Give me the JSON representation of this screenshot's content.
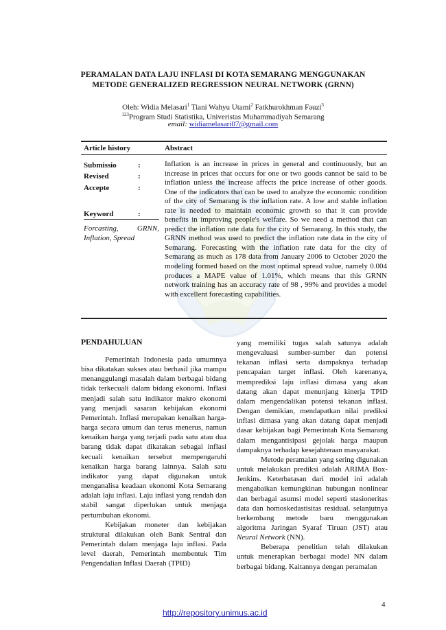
{
  "title_line1": "PERAMALAN DATA LAJU INFLASI DI KOTA SEMARANG MENGGUNAKAN",
  "title_line2": "METODE GENERALIZED REGRESSION NEURAL NETWORK (GRNN)",
  "authors_prefix": "Oleh: ",
  "authors": [
    {
      "name": "Widia Melasari",
      "sup": "1"
    },
    {
      "name": "Tiani Wahyu Utami",
      "sup": "2"
    },
    {
      "name": "Fatkhurokhman Fauzi",
      "sup": "3"
    }
  ],
  "affiliation_sup": "123",
  "affiliation": "Program Studi Statistika, Univeristas Muhammadiyah Semarang",
  "email_label": "email: ",
  "email": "widiamelasari07@gmail.com",
  "article_history_label": "Article history",
  "abstract_label": "Abstract",
  "history_items": [
    {
      "label": "Submissio",
      "colon": ":"
    },
    {
      "label": "Revised",
      "colon": ":"
    },
    {
      "label": "Accepte",
      "colon": ":"
    }
  ],
  "keyword_label": "Keyword",
  "keyword_colon": ":",
  "keywords": "Forcasting, GRNN, Inflation, Spread",
  "abstract_text": "Inflation is an increase in prices in general and continuously, but an increase in prices that occurs for one or two goods cannot be said to be inflation unless the increase affects the price increase of other goods. One of the indicators that can be used to analyze the economic condition of the city of Semarang is the inflation rate. A low and stable inflation rate is needed to maintain economic growth so that it can provide benefits in improving people's welfare. So we need a method that can predict the inflation rate data for the city of Semarang. In this study, the GRNN method was used to predict the inflation rate data in the city of Semarang. Forecasting with the inflation rate data for the city of Semarang as much as 178 data from January 2006 to October 2020 the modeling formed based on the most optimal spread value, namely 0.004 produces a MAPE value of 1.01%, which means that this GRNN network training has an accuracy rate of 98 , 99% and provides a model with excellent forecasting capabilities.",
  "section_heading": "PENDAHULUAN",
  "left_paragraphs": [
    "Pemerintah Indonesia pada umumnya bisa dikatakan sukses atau berhasil jika mampu menanggulangi masalah dalam berbagai bidang tidak terkecuali dalam bidang ekonomi. Inflasi menjadi salah satu indikator makro ekonomi yang menjadi sasaran kebijakan ekonomi Pemerintah. Inflasi merupakan kenaikan harga-harga secara umum dan terus menerus, namun kenaikan harga yang terjadi pada satu atau dua barang tidak dapat dikatakan sebagai inflasi kecuali kenaikan tersebut mempengaruhi kenaikan harga barang lainnya. Salah satu indikator yang dapat digunakan untuk menganalisa keadaan ekonomi Kota Semarang adalah laju inflasi. Laju inflasi yang rendah dan stabil sangat diperlukan untuk menjaga pertumbuhan ekonomi.",
    "Kebijakan moneter dan kebijakan struktural dilakukan oleh Bank Sentral dan Pemerintah dalam menjaga laju inflasi. Pada level daerah, Pemerintah membentuk Tim Pengendalian Inflasi Daerah (TPID)"
  ],
  "right_para1": "yang memiliki tugas salah satunya adalah mengevaluasi sumber-sumber dan potensi tekanan inflasi serta dampaknya terhadap pencapaian target inflasi. Oleh karenanya, memprediksi laju inflasi dimasa yang akan datang akan dapat menunjang kinerja TPID dalam mengendalikan potensi tekanan inflasi. Dengan demikian, mendapatkan nilai prediksi inflasi dimasa yang akan datang dapat menjadi dasar kebijakan bagi Pemerintah Kota Semarang dalam mengantisipasi gejolak harga maupun dampaknya terhadap kesejahteraan masyarakat.",
  "right_para2_start": "Metode peramalan yang sering digunakan untuk melakukan prediksi adalah ARIMA Box-Jenkins. Keterbatasan dari model ini adalah mengabaikan kemungkinan hubungan nonlinear dan berbagai asumsi model seperti stasioneritas data dan homoskedastisitas residual. selanjutnya berkembang metode baru menggunakan algoritma Jaringan Syaraf Tiruan (JST) atau ",
  "right_para2_italic": "Neural Network",
  "right_para2_end": " (NN).",
  "right_para3": "Beberapa penelitian telah dilakukan untuk menerapkan berbagai model NN dalam berbagai bidang. Kaitannya dengan peramalan",
  "page_number": "4",
  "footer_link": "http://repository.unimus.ac.id"
}
